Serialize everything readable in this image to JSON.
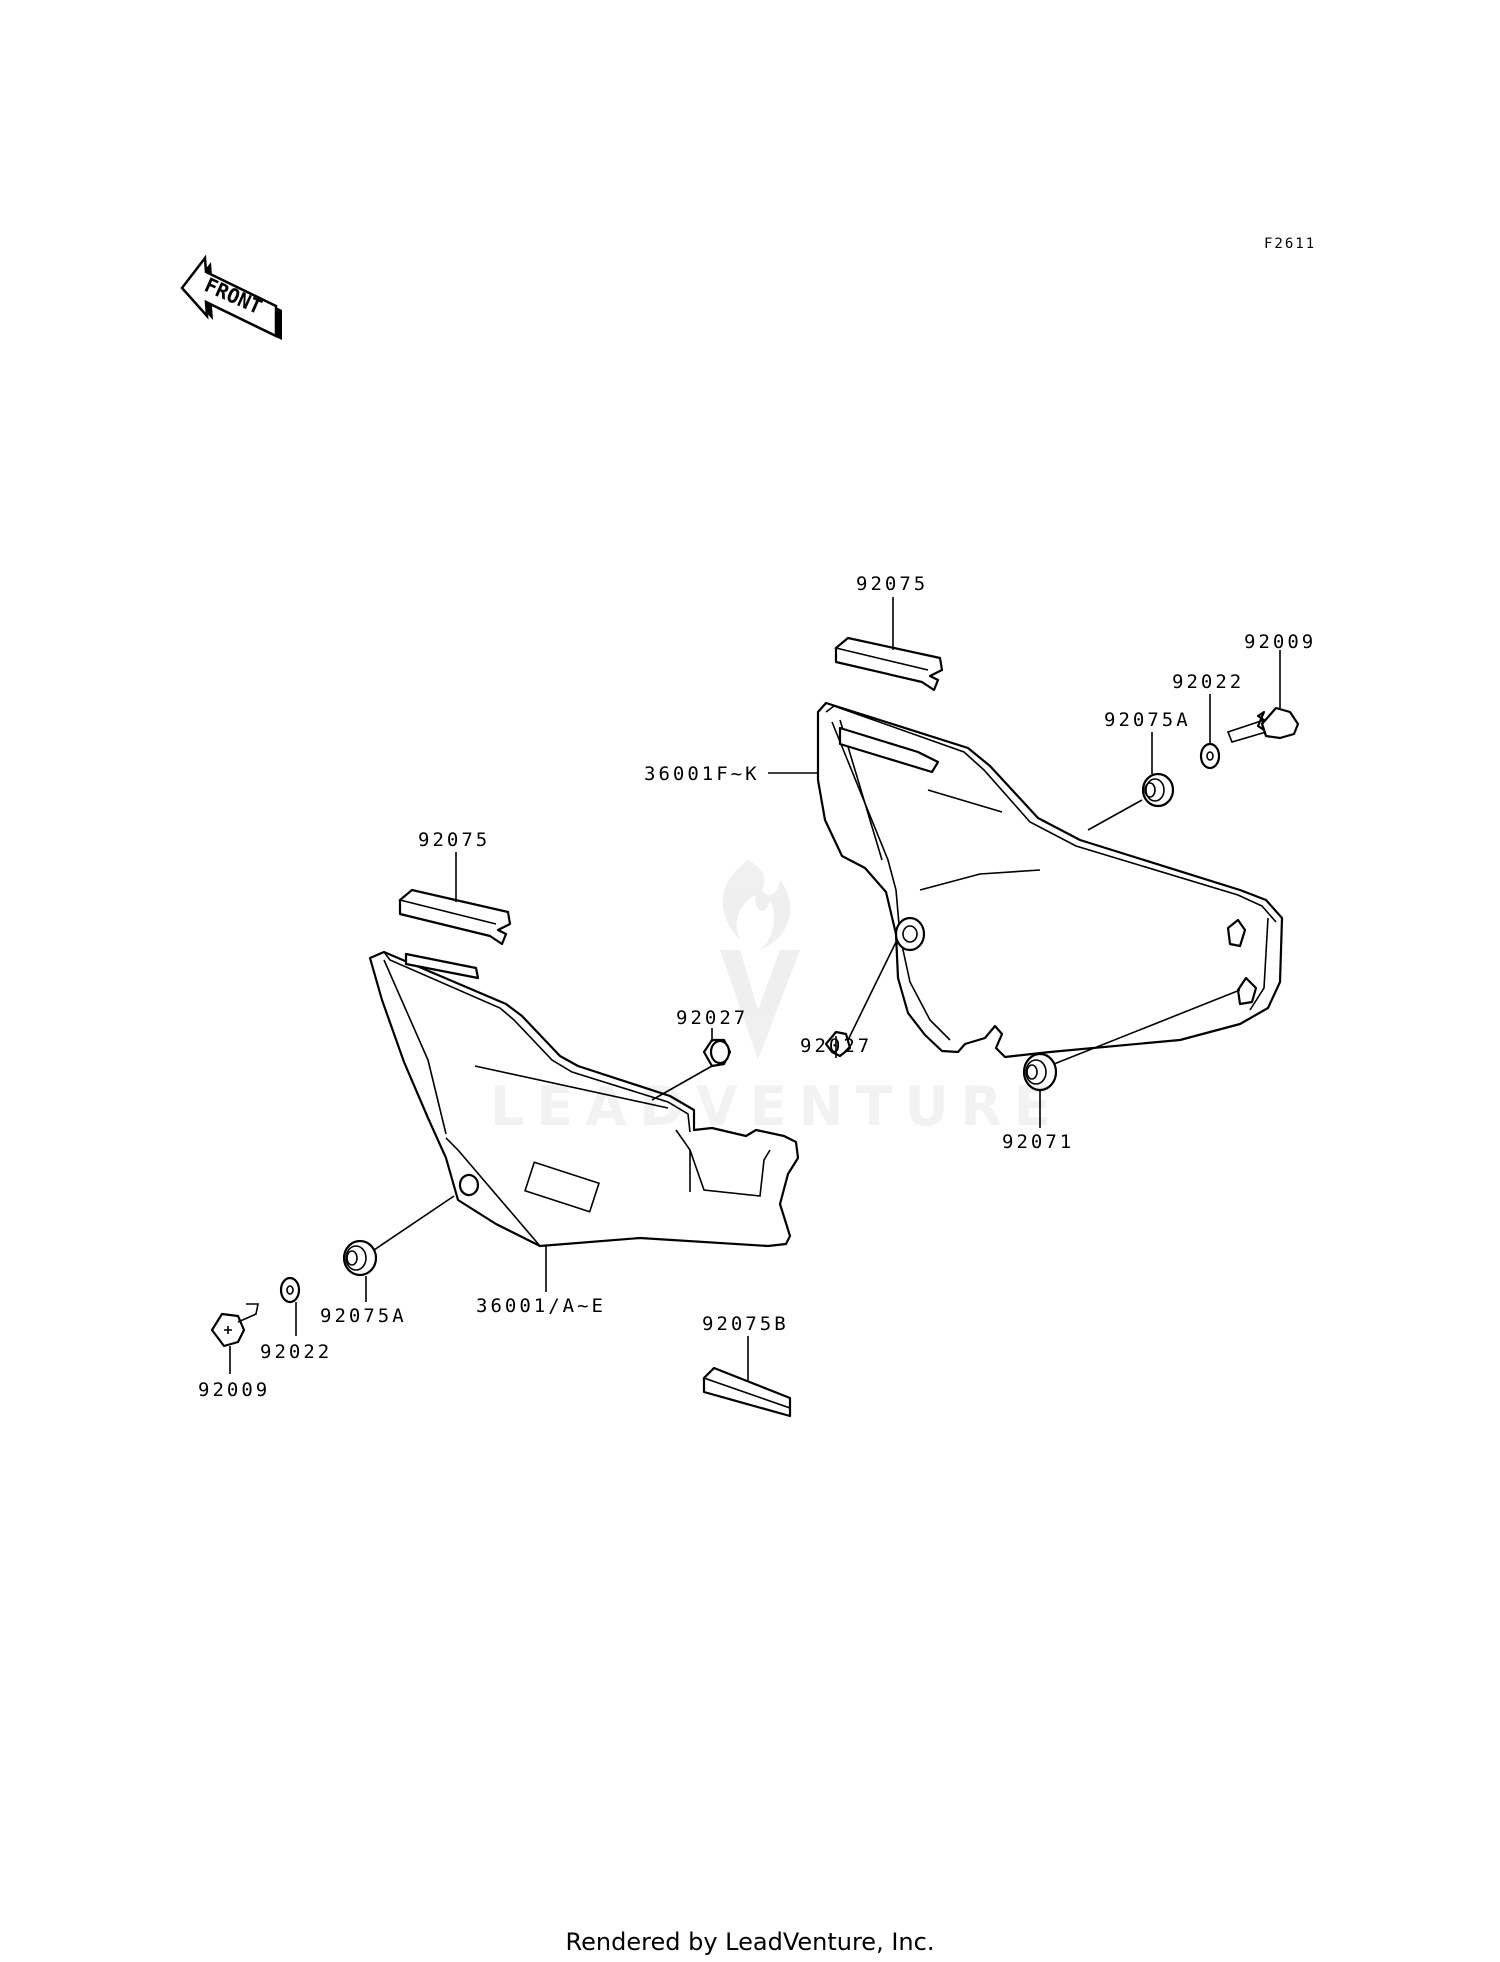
{
  "figure_code": "F2611",
  "front_arrow_label": "FRONT",
  "watermark": "LEADVENTURE",
  "footer": "Rendered by LeadVenture, Inc.",
  "callouts": {
    "top_right_strip": "92075",
    "right_bolt": "92009",
    "right_washer": "92022",
    "right_grommet_a": "92075A",
    "right_cover": "36001F~K",
    "right_collar": "92027",
    "right_grommet": "92071",
    "left_strip": "92075",
    "left_collar": "92027",
    "left_grommet_a": "92075A",
    "left_cover": "36001/A~E",
    "left_washer": "92022",
    "left_bolt": "92009",
    "pad": "92075B"
  }
}
